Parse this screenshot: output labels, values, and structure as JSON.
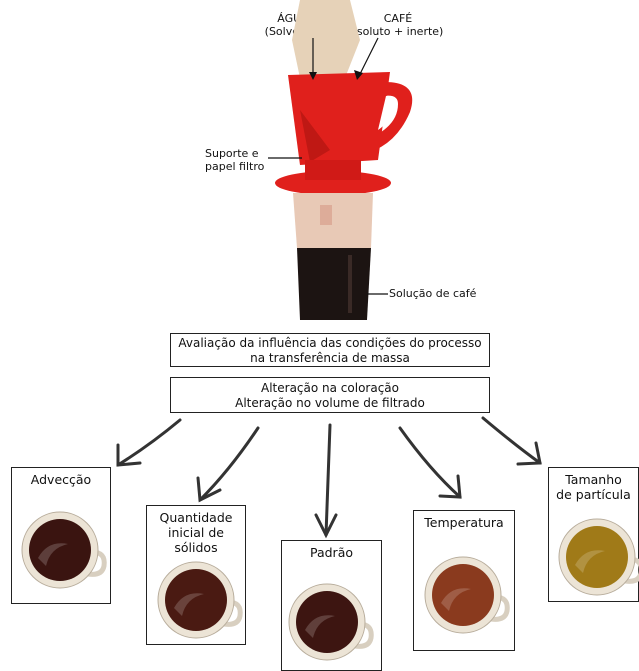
{
  "labels": {
    "agua": "ÁGUA",
    "agua_sub": "(Solvente)",
    "cafe": "CAFÉ",
    "cafe_sub": "(soluto + inerte)",
    "suporte": "Suporte e",
    "suporte2": "papel filtro",
    "solucao": "Solução de café"
  },
  "boxes": {
    "avaliacao_line1": "Avaliação da influência das condições do processo",
    "avaliacao_line2": "na transferência de massa",
    "alteracao_line1": "Alteração na coloração",
    "alteracao_line2": "Alteração no volume de filtrado"
  },
  "cups": [
    {
      "line1": "Advecção",
      "line2": "",
      "color": "#3a1410"
    },
    {
      "line1": "Quantidade",
      "line2": "inicial de sólidos",
      "color": "#4a1a12"
    },
    {
      "line1": "Padrão",
      "line2": "",
      "color": "#3d1511"
    },
    {
      "line1": "Temperatura",
      "line2": "",
      "color": "#8a3a1e"
    },
    {
      "line1": "Tamanho",
      "line2": "de partícula",
      "color": "#a07a18"
    }
  ],
  "colors": {
    "dripper": "#e0201c",
    "filter": "#e8c9b6",
    "coffee_liquid": "#1c1412",
    "pouring": "#e6d2b8"
  }
}
